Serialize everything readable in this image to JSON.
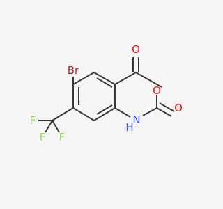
{
  "molecule": {
    "labels": {
      "bromine": "Br",
      "ring_oxygen": "O",
      "carbonyl_oxygen_top": "O",
      "carbonyl_oxygen_right": "O",
      "nitrogen": "N",
      "hydrogen": "H",
      "fluorine_1": "F",
      "fluorine_2": "F",
      "fluorine_3": "F"
    },
    "colors": {
      "bond": "#3a3a3a",
      "bromine": "#a62929",
      "oxygen": "#ff0d0d",
      "nitrogen": "#3050f8",
      "fluorine": "#90e050",
      "background": "#f5f5f5"
    }
  }
}
